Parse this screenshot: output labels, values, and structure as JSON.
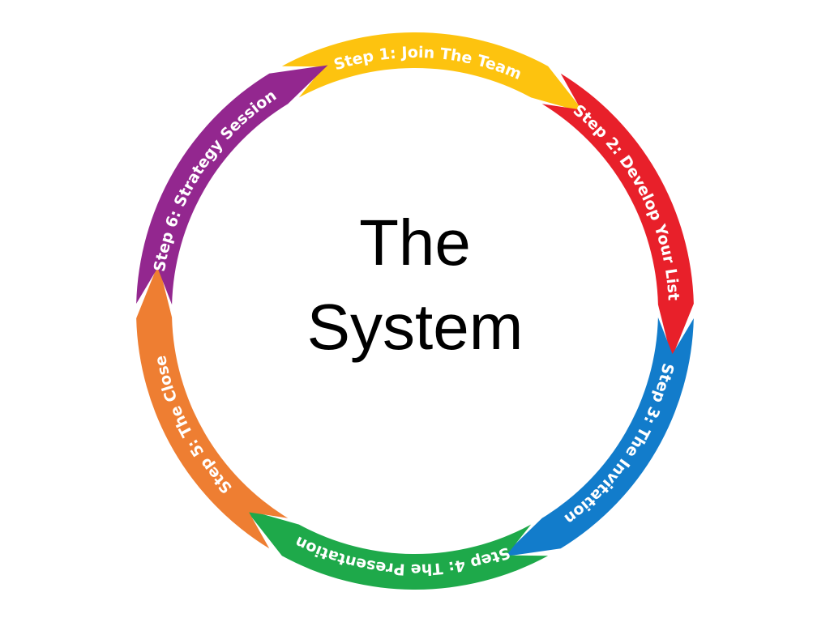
{
  "title": {
    "line1": "The",
    "line2": "System"
  },
  "steps": [
    {
      "label": "Step 1: Join The Team",
      "color": "#FDC30F"
    },
    {
      "label": "Step 2: Develop Your List",
      "color": "#E8202A"
    },
    {
      "label": "Step 3: The Invitation",
      "color": "#127CCB"
    },
    {
      "label": "Step 4: The Presentation",
      "color": "#1EA94A"
    },
    {
      "label": "Step 5: The Close",
      "color": "#EE7E32"
    },
    {
      "label": "Step 6: Strategy Session",
      "color": "#93278F"
    }
  ]
}
